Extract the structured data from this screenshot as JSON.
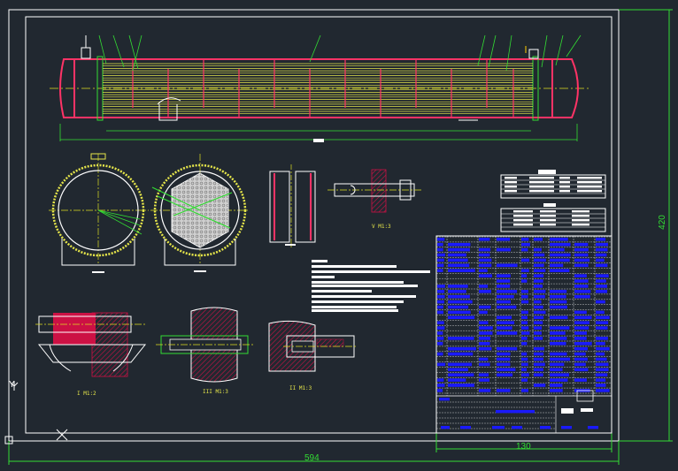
{
  "drawing": {
    "colors": {
      "background": "#212830",
      "frame": "#ffffff",
      "dimension": "#33dd33",
      "shell": "#ff3366",
      "tubes": "#e6e64a",
      "centerline": "#dddd22",
      "hatch": "#cc1144",
      "table_fill": "#1a1aff",
      "text_white": "#ffffff",
      "leader_green": "#33dd33"
    },
    "dimensions": {
      "sheet_width": "594",
      "sheet_height": "420",
      "title_block_width": "130"
    },
    "view_labels": {
      "section_v": "V  M1:3",
      "section_i": "I  M1:2",
      "section_iii": "III M1:3",
      "section_ii": "II M1:3"
    },
    "icons": {
      "ucs_icon": "ucs-y-axis-icon",
      "origin_icon": "origin-square-icon",
      "crosshair_icon": "crosshair-x-icon"
    },
    "ucs": {
      "axis_label": "Y"
    }
  }
}
